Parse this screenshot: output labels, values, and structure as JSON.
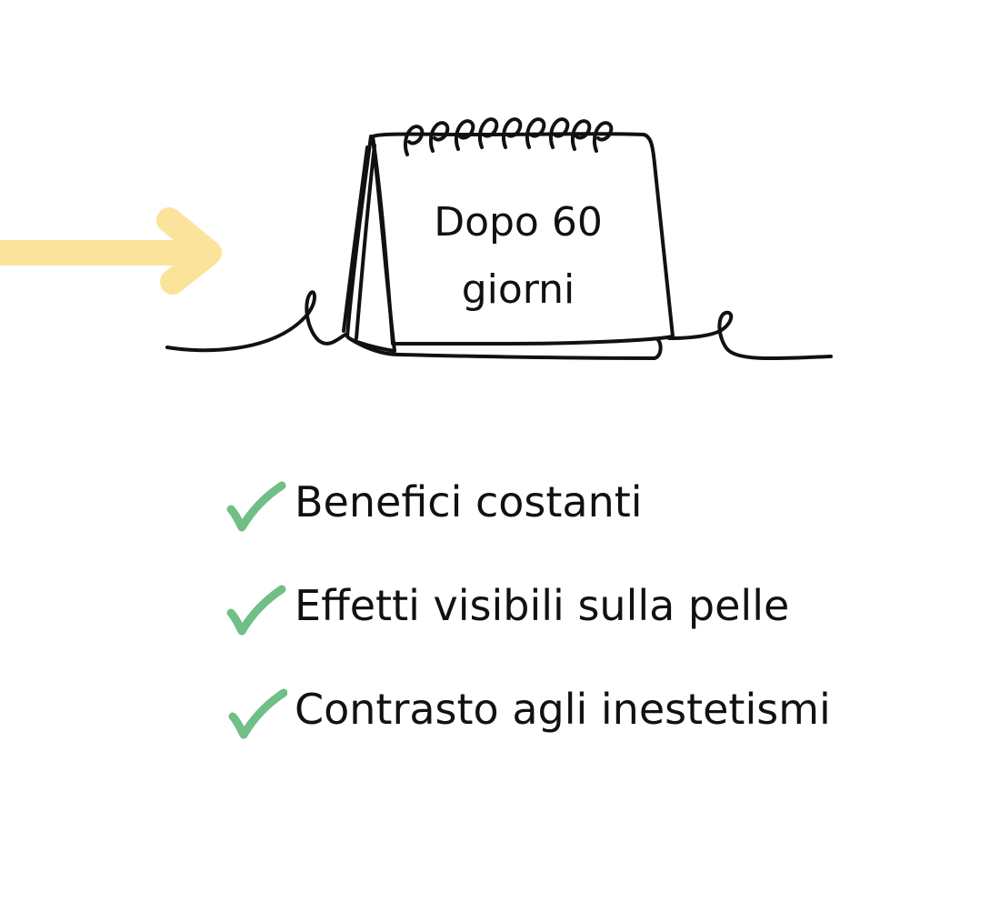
{
  "calendar": {
    "line1": "Dopo 60",
    "line2": "giorni"
  },
  "benefits": {
    "items": [
      {
        "label": "Benefici costanti"
      },
      {
        "label": "Effetti visibili sulla pelle"
      },
      {
        "label": "Contrasto agli inestetismi"
      }
    ]
  },
  "colors": {
    "arrow": "#FBE39B",
    "check": "#6FBF87",
    "line": "#111111",
    "background": "#FFFFFF"
  },
  "icons": {
    "arrow": "right-arrow-icon",
    "calendar": "desk-calendar-icon",
    "check": "check-icon"
  }
}
